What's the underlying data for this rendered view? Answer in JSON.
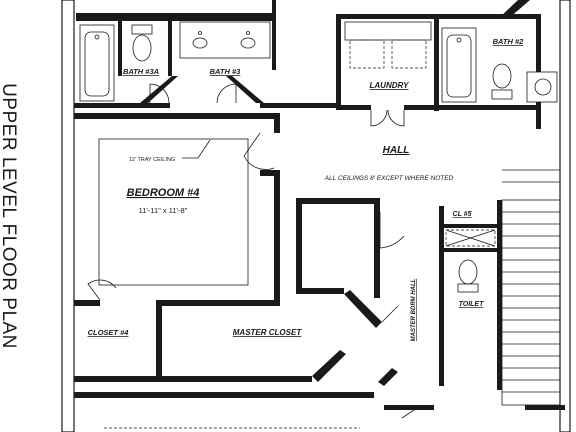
{
  "side_title": "UPPER LEVEL FLOOR PLAN",
  "rooms": {
    "bath_3a": "BATH #3A",
    "bath_3": "BATH #3",
    "laundry": "LAUNDRY",
    "bath_2": "BATH #2",
    "hall": "HALL",
    "bedroom_4": "BEDROOM #4",
    "bedroom_4_size": "11'-11\" x 11'-8\"",
    "tray_ceiling": "12' TRAY CEILING",
    "ceiling_note": "ALL CEILINGS 8' EXCEPT WHERE NOTED",
    "closet_5": "CL #5",
    "toilet": "TOILET",
    "master_bdrm_hall": "MASTER BDRM HALL",
    "closet_4": "CLOSET #4",
    "master_closet": "MASTER CLOSET"
  }
}
